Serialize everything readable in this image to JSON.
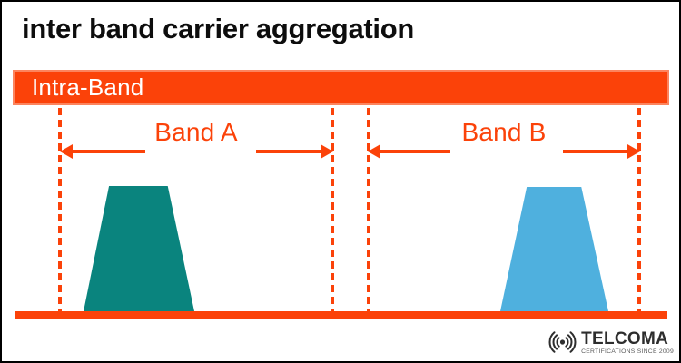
{
  "header": {
    "title": "inter band carrier aggregation"
  },
  "banner": {
    "label": "Intra-Band"
  },
  "diagram": {
    "bands": [
      {
        "label": "Band A",
        "carrier_shape": "trapezoid",
        "carrier_color": "#0A847E"
      },
      {
        "label": "Band B",
        "carrier_shape": "trapezoid",
        "carrier_color": "#4FB0DE"
      }
    ],
    "boundary_line_style": "dashed-vertical",
    "baseline": "frequency-axis-bar"
  },
  "colors": {
    "accent_orange": "#FB4209",
    "carrier_a_teal": "#0A847E",
    "carrier_b_blue": "#4FB0DE",
    "title_ink": "#0d0d0d",
    "banner_text": "#ffffff"
  },
  "logo": {
    "brand": "TELCOMA",
    "tagline": "CERTIFICATIONS SINCE 2009",
    "icon": "radio-waves-icon"
  }
}
